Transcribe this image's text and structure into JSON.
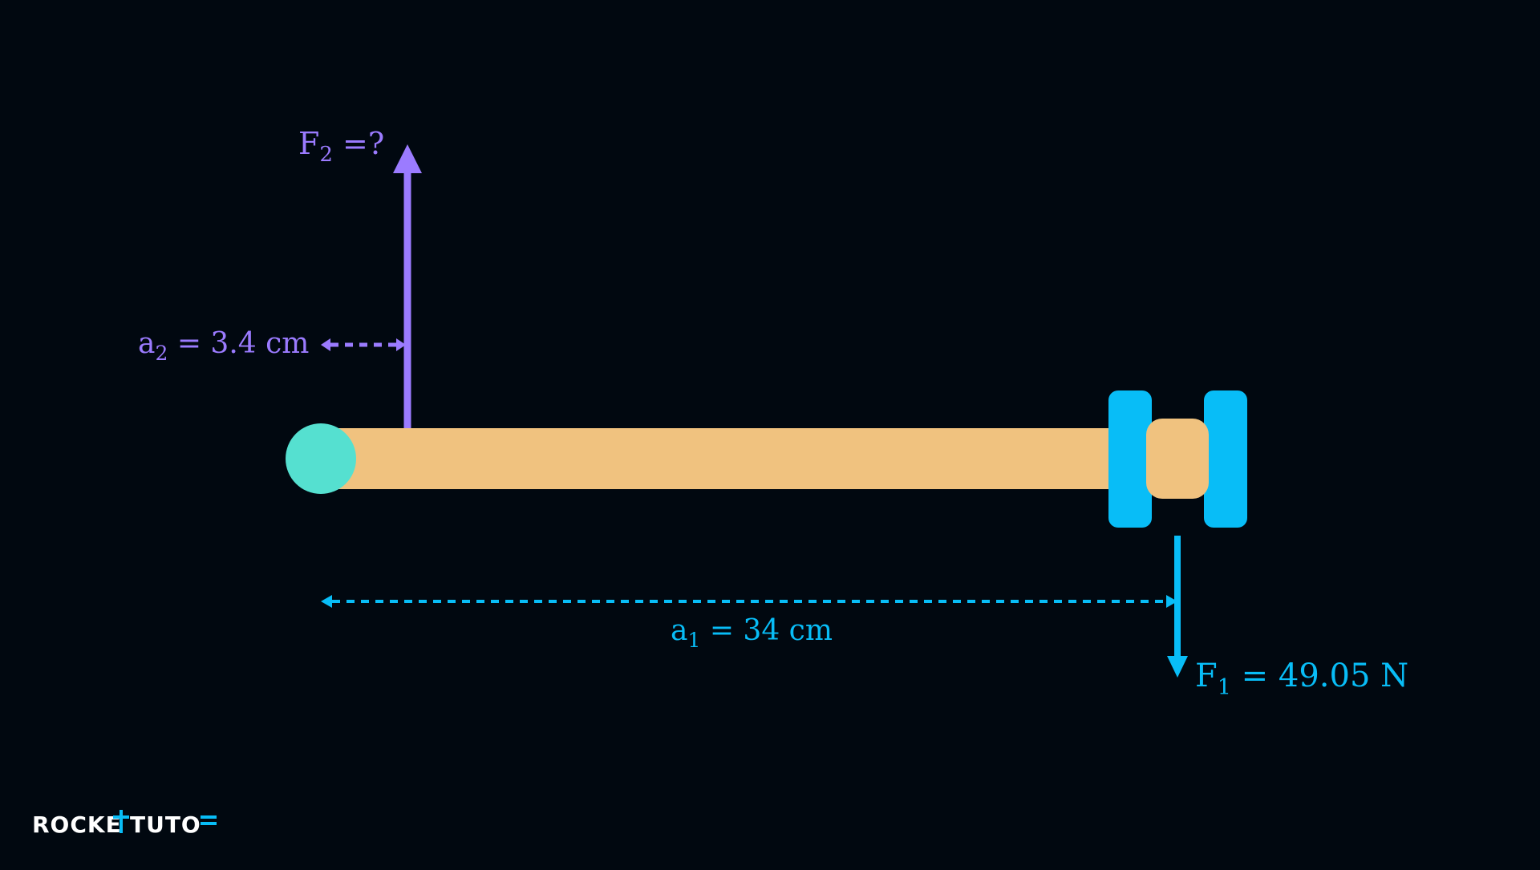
{
  "colors": {
    "background": "#010810",
    "lever": "#F0C27F",
    "pivot": "#55E0D0",
    "force2": "#9B7BFF",
    "force1": "#08BDF7",
    "weight": "#08BDF7",
    "logo_text": "#FFFFFF",
    "logo_accent": "#08BDF7"
  },
  "labels": {
    "f2": {
      "symbol": "F",
      "sub": "2",
      "rest": " =?"
    },
    "a2": {
      "symbol": "a",
      "sub": "2",
      "rest": " = 3.4 cm"
    },
    "a1": {
      "symbol": "a",
      "sub": "1",
      "rest": " = 34 cm"
    },
    "f1": {
      "symbol": "F",
      "sub": "1",
      "rest": " = 49.05 N"
    }
  },
  "logo": {
    "part1": "ROCKE",
    "part2": "TUTO"
  }
}
